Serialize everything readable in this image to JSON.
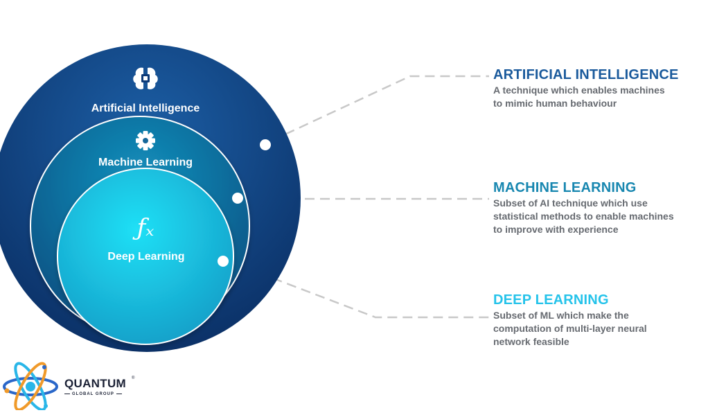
{
  "diagram": {
    "circles": [
      {
        "id": "ai",
        "label": "Artificial Intelligence",
        "icon": "brain-chip-icon",
        "color_outer": "#0a2e63",
        "color_inner": "#1c5fa6"
      },
      {
        "id": "ml",
        "label": "Machine Learning",
        "icon": "gear-icon",
        "color_outer": "#0b4c7e",
        "color_inner": "#1391bd"
      },
      {
        "id": "dl",
        "label": "Deep Learning",
        "icon": "function-fx-icon",
        "color_outer": "#1499c4",
        "color_inner": "#20e0f6"
      }
    ],
    "icon_fx_glyph": "ƒₓ",
    "connector_color": "#c8c8c8"
  },
  "descriptions": [
    {
      "title": "ARTIFICIAL INTELLIGENCE",
      "title_color": "#1a5a9c",
      "lines": [
        "A technique which enables machines",
        "to mimic human behaviour"
      ]
    },
    {
      "title": "MACHINE LEARNING",
      "title_color": "#1887b0",
      "lines": [
        "Subset of AI technique which use",
        "statistical methods to enable machines",
        "to improve with experience"
      ]
    },
    {
      "title": "DEEP LEARNING",
      "title_color": "#25c3ea",
      "lines": [
        "Subset of ML which make the",
        "computation of multi-layer neural",
        "network feasible"
      ]
    }
  ],
  "logo": {
    "icon": "atom-icon",
    "name": "QUANTUM",
    "registered": "®",
    "subtitle": "GLOBAL GROUP"
  }
}
